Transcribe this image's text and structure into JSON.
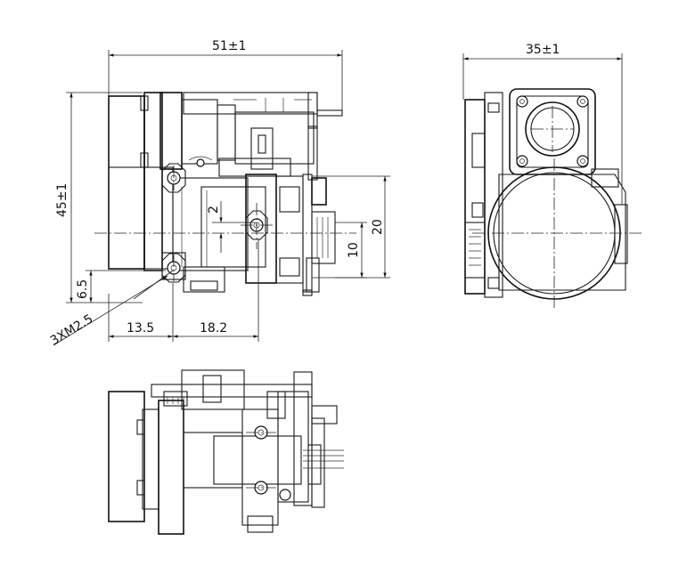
{
  "dimensions": {
    "front_width": "51±1",
    "front_height": "45±1",
    "side_width": "35±1",
    "height_20": "20",
    "height_10": "10",
    "offset_2": "2",
    "offset_6_5": "6.5",
    "horiz_13_5": "13.5",
    "horiz_18_2": "18.2",
    "hole_callout": "3XM2.5"
  },
  "colors": {
    "line": "#1a1a1a",
    "background": "#ffffff"
  }
}
